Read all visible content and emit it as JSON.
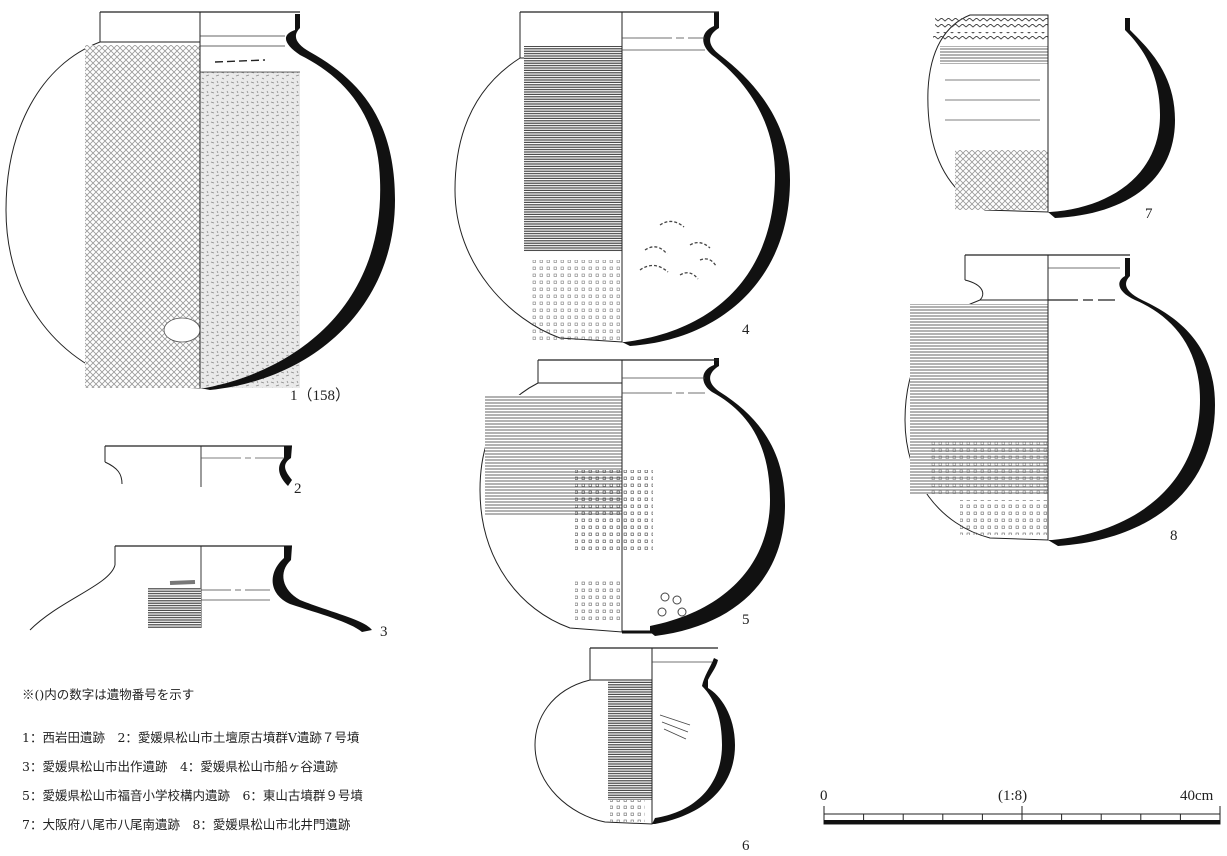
{
  "figure": {
    "vessel_labels": [
      "1（158）",
      "2",
      "3",
      "4",
      "5",
      "6",
      "7",
      "8"
    ]
  },
  "legend": {
    "note": "※()内の数字は遺物番号を示す",
    "rows": [
      "1：西岩田遺跡　2：愛媛県松山市土壇原古墳群Ⅴ遺跡７号墳",
      "3：愛媛県松山市出作遺跡　4：愛媛県松山市船ヶ谷遺跡",
      "5：愛媛県松山市福音小学校構内遺跡　6：東山古墳群９号墳",
      "7：大阪府八尾市八尾南遺跡　8：愛媛県松山市北井門遺跡"
    ]
  },
  "scale_bar": {
    "start_label": "0",
    "ratio_label": "(1:8)",
    "end_label": "40cm"
  }
}
